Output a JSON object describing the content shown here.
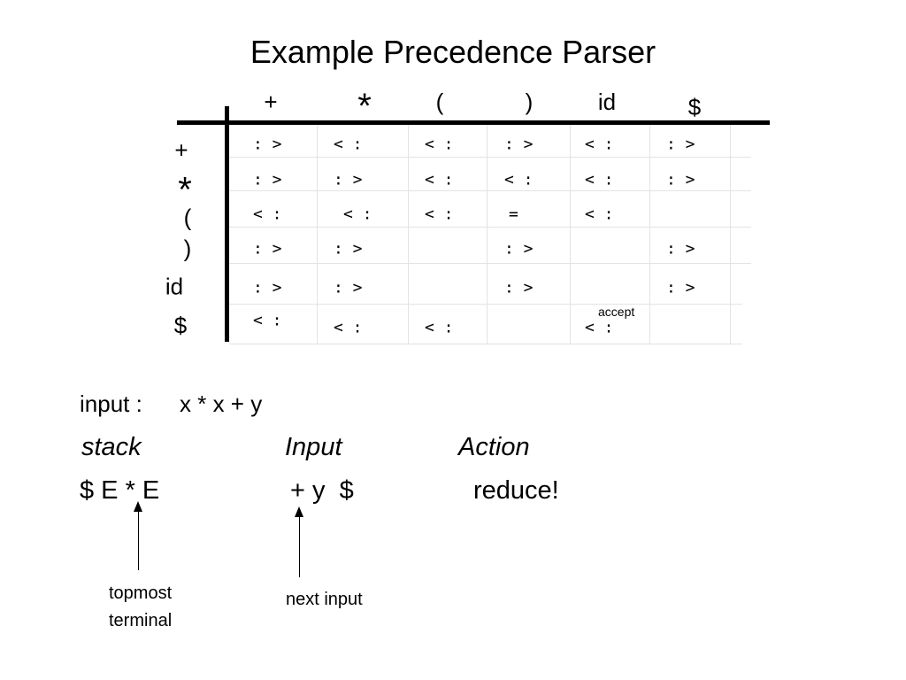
{
  "title": "Example Precedence Parser",
  "table": {
    "columns": [
      "+",
      "*",
      "(",
      ")",
      "id",
      "$"
    ],
    "rows": [
      {
        "label": "+",
        "cells": [
          ": >",
          "< :",
          "< :",
          ": >",
          "< :",
          ": >"
        ]
      },
      {
        "label": "*",
        "cells": [
          ": >",
          ": >",
          "< :",
          "< :",
          "< :",
          ": >"
        ]
      },
      {
        "label": "(",
        "cells": [
          "< :",
          "< :",
          "< :",
          "=",
          "< :",
          ""
        ]
      },
      {
        "label": ")",
        "cells": [
          ": >",
          ": >",
          "",
          ": >",
          "",
          ": >"
        ]
      },
      {
        "label": "id",
        "cells": [
          ": >",
          ": >",
          "",
          ": >",
          "",
          ": >"
        ]
      },
      {
        "label": "$",
        "cells": [
          "< :",
          "< :",
          "< :",
          "",
          "< :",
          ""
        ]
      }
    ],
    "accept_label": "accept"
  },
  "input_line": {
    "label": "input :",
    "value": "x * x + y"
  },
  "headers": {
    "stack": "stack",
    "input": "Input",
    "action": "Action"
  },
  "state": {
    "stack": "$ E * E",
    "input": "+ y  $",
    "action": "reduce!"
  },
  "notes": {
    "topmost_line1": "topmost",
    "topmost_line2": "terminal",
    "next_input": "next input"
  }
}
